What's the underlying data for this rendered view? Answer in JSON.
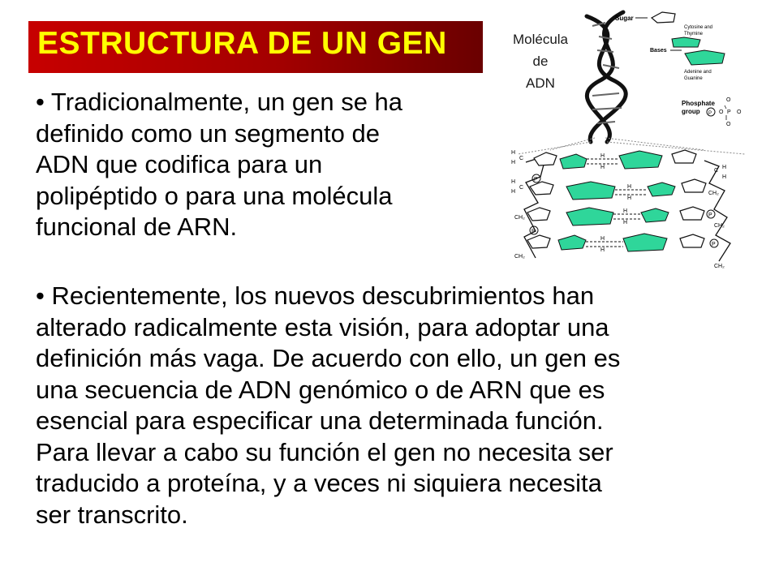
{
  "title": "ESTRUCTURA DE UN GEN",
  "figure": {
    "label_lines": [
      "Molécula",
      "de",
      "ADN"
    ],
    "legend": {
      "sugar": "Sugar",
      "bases": "Bases",
      "cytosine_thymine_1": "Cytosine and",
      "cytosine_thymine_2": "Thymine",
      "adenine_guanine_1": "Adenine and",
      "adenine_guanine_2": "Guanine",
      "phosphate_1": "Phosphate",
      "phosphate_2": "group"
    },
    "atom_h": "H",
    "atom_ch2": "CH₂",
    "atom_p": "P",
    "atom_o": "O",
    "atom_c": "C"
  },
  "paragraphs": [
    {
      "lines": [
        "• Tradicionalmente, un gen se ha",
        "definido como un segmento de",
        "ADN que codifica para un",
        "polipéptido o para una molécula",
        "funcional de ARN."
      ]
    },
    {
      "lines": [
        "• Recientemente, los nuevos descubrimientos han",
        "alterado radicalmente esta visión, para adoptar una",
        "definición más vaga. De acuerdo con ello, un gen es",
        "una secuencia de ADN genómico o de ARN que es",
        "esencial para especificar una determinada función.",
        "Para llevar a cabo su función el gen no necesita ser",
        "traducido a proteína, y a veces ni siquiera necesita",
        "ser transcrito."
      ]
    }
  ],
  "colors": {
    "banner": "#b00000",
    "title_text": "#ffff00",
    "base_green": "#2fd69a"
  }
}
